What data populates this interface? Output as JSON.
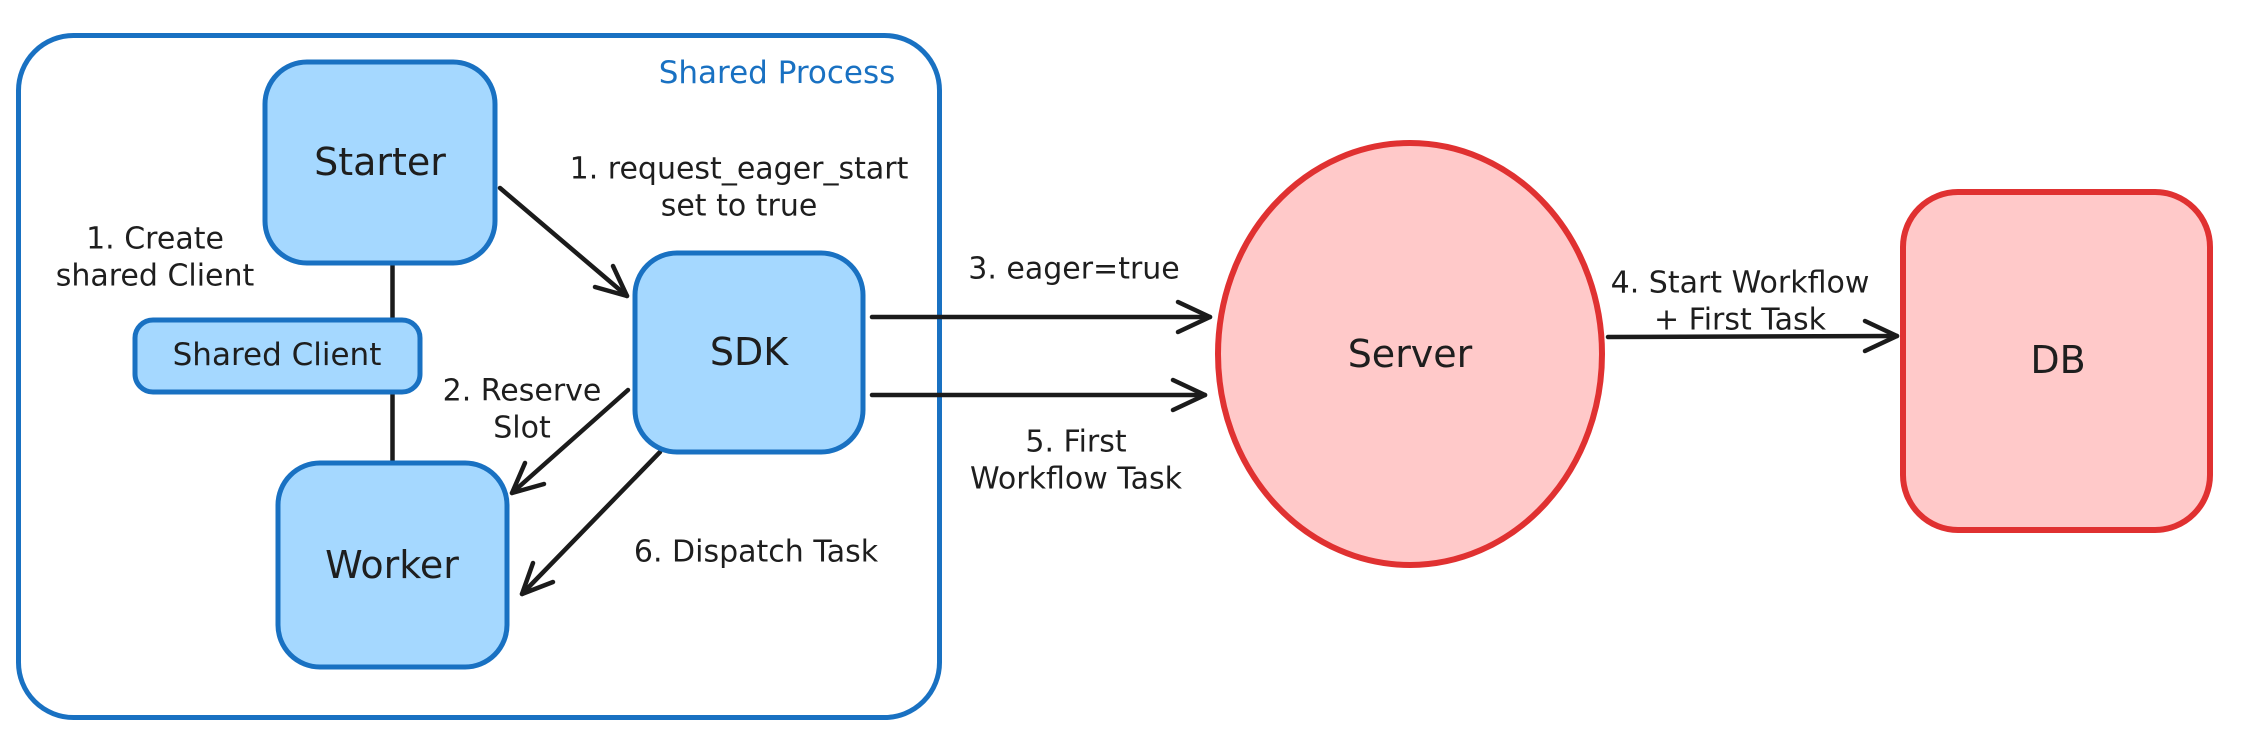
{
  "diagram": {
    "container_label": "Shared Process",
    "nodes": {
      "starter": "Starter",
      "shared_client": "Shared Client",
      "worker": "Worker",
      "sdk": "SDK",
      "server": "Server",
      "db": "DB"
    },
    "edges": {
      "create_shared_client": [
        "1. Create",
        "shared Client"
      ],
      "request_eager_start": [
        "1. request_eager_start",
        "set to true"
      ],
      "reserve_slot": [
        "2. Reserve",
        "Slot"
      ],
      "eager_true": [
        "3. eager=true"
      ],
      "start_workflow": [
        "4. Start Workflow",
        "+ First Task"
      ],
      "first_workflow_task": [
        "5. First",
        "Workflow Task"
      ],
      "dispatch_task": [
        "6. Dispatch Task"
      ]
    },
    "colors": {
      "blue_stroke": "#1971c2",
      "blue_fill": "#a5d8ff",
      "red_stroke": "#e03131",
      "red_fill": "#ffc9c9",
      "ink": "#1e1e1e"
    }
  }
}
